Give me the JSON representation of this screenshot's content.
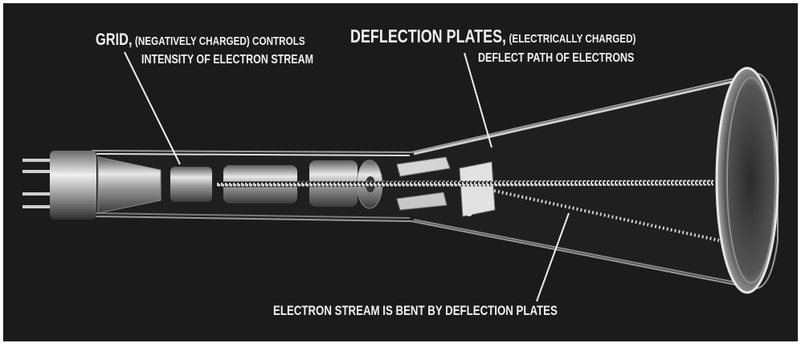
{
  "labels": {
    "grid_name": "GRID,",
    "grid_qualifier": "(NEGATIVELY CHARGED) CONTROLS",
    "grid_line2": "INTENSITY OF ELECTRON STREAM",
    "deflection_name": "DEFLECTION PLATES,",
    "deflection_qualifier": "(ELECTRICALLY CHARGED)",
    "deflection_line2": "DEFLECT PATH OF ELECTRONS",
    "stream": "ELECTRON STREAM IS BENT BY DEFLECTION PLATES"
  },
  "colors": {
    "background": "#1b1b1b",
    "frame": "#ffffff",
    "text": "#f2f2f2",
    "glass": "#d9d9d9",
    "metal": "#bdbdbd"
  }
}
